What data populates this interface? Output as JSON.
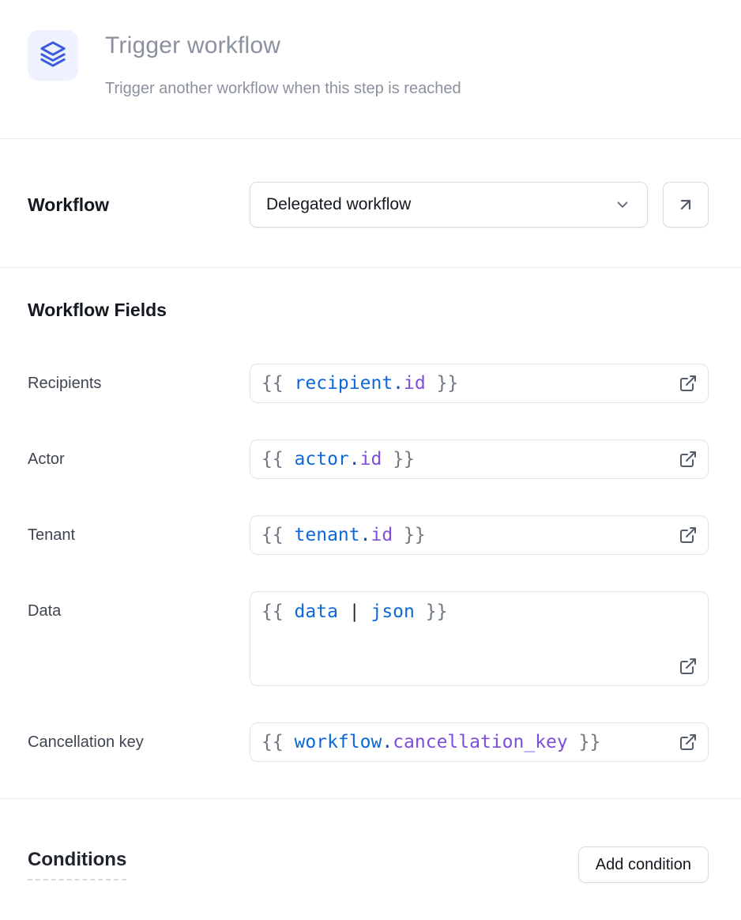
{
  "colors": {
    "accent_blue": "#3b5bdb",
    "icon_bg": "#edf2fe",
    "code": {
      "gray": "#6e7781",
      "blue": "#0d68d8",
      "navy": "#0b4dad",
      "purple": "#7d4fd9",
      "dark": "#24292f"
    }
  },
  "header": {
    "icon": "layers-icon",
    "title": "Trigger workflow",
    "subtitle": "Trigger another workflow when this step is reached"
  },
  "workflow_row": {
    "label": "Workflow",
    "selected": "Delegated workflow"
  },
  "fields_section": {
    "heading": "Workflow Fields",
    "fields": [
      {
        "label": "Recipients",
        "multiline": false,
        "tokens": [
          {
            "text": "{{ ",
            "color": "gray"
          },
          {
            "text": "recipient",
            "color": "blue"
          },
          {
            "text": ".",
            "color": "navy"
          },
          {
            "text": "id",
            "color": "purple"
          },
          {
            "text": " }}",
            "color": "gray"
          }
        ]
      },
      {
        "label": "Actor",
        "multiline": false,
        "tokens": [
          {
            "text": "{{ ",
            "color": "gray"
          },
          {
            "text": "actor",
            "color": "blue"
          },
          {
            "text": ".",
            "color": "navy"
          },
          {
            "text": "id",
            "color": "purple"
          },
          {
            "text": " }}",
            "color": "gray"
          }
        ]
      },
      {
        "label": "Tenant",
        "multiline": false,
        "tokens": [
          {
            "text": "{{ ",
            "color": "gray"
          },
          {
            "text": "tenant",
            "color": "blue"
          },
          {
            "text": ".",
            "color": "navy"
          },
          {
            "text": "id",
            "color": "purple"
          },
          {
            "text": " }}",
            "color": "gray"
          }
        ]
      },
      {
        "label": "Data",
        "multiline": true,
        "tokens": [
          {
            "text": "{{ ",
            "color": "gray"
          },
          {
            "text": "data",
            "color": "blue"
          },
          {
            "text": " | ",
            "color": "dark"
          },
          {
            "text": "json",
            "color": "blue"
          },
          {
            "text": " }}",
            "color": "gray"
          }
        ]
      },
      {
        "label": "Cancellation key",
        "multiline": false,
        "tokens": [
          {
            "text": "{{ ",
            "color": "gray"
          },
          {
            "text": "workflow",
            "color": "blue"
          },
          {
            "text": ".",
            "color": "navy"
          },
          {
            "text": "cancellation_key",
            "color": "purple"
          },
          {
            "text": " }}",
            "color": "gray"
          }
        ]
      }
    ]
  },
  "conditions_section": {
    "heading": "Conditions",
    "add_button_label": "Add condition"
  }
}
